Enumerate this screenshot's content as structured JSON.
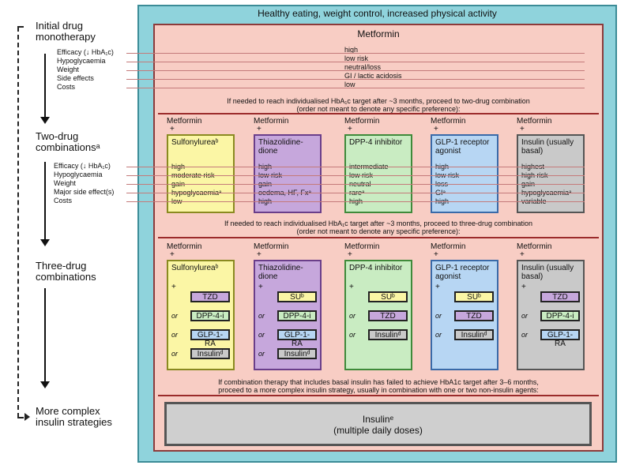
{
  "header": "Healthy eating, weight control, increased physical activity",
  "stages": {
    "initial": [
      "Initial drug",
      "monotherapy"
    ],
    "two": [
      "Two-drug",
      "combinationsᵃ"
    ],
    "three": [
      "Three-drug",
      "combinations"
    ],
    "complex": [
      "More complex",
      "insulin strategies"
    ]
  },
  "row_labels_mono": [
    "Efficacy (↓ HbA₁c)",
    "Hypoglycaemia",
    "Weight",
    "Side effects",
    "Costs"
  ],
  "row_labels_two": [
    "Efficacy (↓ HbA₁c)",
    "Hypoglycaemia",
    "Weight",
    "Major side effect(s)",
    "Costs"
  ],
  "metformin": {
    "title": "Metformin",
    "values": [
      "high",
      "low risk",
      "neutral/loss",
      "GI / lactic acidosis",
      "low"
    ]
  },
  "notes": {
    "to_two": [
      "If needed to reach individualised HbA₁c target after ~3 months, proceed to two-drug combination",
      "(order not meant to denote any specific preference):"
    ],
    "to_three": [
      "If needed to reach individualised HbA₁c target after ~3 months, proceed to three-drug combination",
      "(order not meant to denote any specific preference):"
    ],
    "to_complex": [
      "If combination therapy that includes basal insulin has failed to achieve HbA1c target after 3–6 months,",
      "proceed to a more complex insulin strategy, usually in combination with one or two non-insulin agents:"
    ]
  },
  "metformin_label": "Metformin",
  "plus": "+",
  "or": "or",
  "two_drug": [
    {
      "name": "Sulfonylureaᵇ",
      "values": [
        "high",
        "moderate risk",
        "gain",
        "hypoglycaemiaᵃ",
        "low"
      ]
    },
    {
      "name": "Thiazolidine-dione",
      "values": [
        "high",
        "low risk",
        "gain",
        "oedema, HF, Fxᵃ",
        "high"
      ]
    },
    {
      "name": "DPP-4 inhibitor",
      "values": [
        "intermediate",
        "low risk",
        "neutral",
        "rareᵃ",
        "high"
      ]
    },
    {
      "name": "GLP-1 receptor agonist",
      "values": [
        "high",
        "low risk",
        "loss",
        "GIᵃ",
        "high"
      ]
    },
    {
      "name": "Insulin (usually basal)",
      "values": [
        "highest",
        "high risk",
        "gain",
        "hypoglycaemiaᵃ",
        "variable"
      ]
    }
  ],
  "three_drug": [
    {
      "name": "Sulfonylureaᵇ",
      "options": [
        "TZD",
        "DPP-4-i",
        "GLP-1-RA",
        "Insulinᵈ"
      ]
    },
    {
      "name": "Thiazolidine-dione",
      "options": [
        "SUᵇ",
        "DPP-4-i",
        "GLP-1-RA",
        "Insulinᵈ"
      ]
    },
    {
      "name": "DPP-4 inhibitor",
      "options": [
        "SUᵇ",
        "TZD",
        "Insulinᵈ"
      ]
    },
    {
      "name": "GLP-1 receptor agonist",
      "options": [
        "SUᵇ",
        "TZD",
        "Insulinᵈ"
      ]
    },
    {
      "name": "Insulin (usually basal)",
      "options": [
        "TZD",
        "DPP-4-i",
        "GLP-1-RA"
      ]
    }
  ],
  "final": {
    "line1": "Insulinᵉ",
    "line2": "(multiple daily doses)"
  },
  "colors": {
    "outer": "#8fd3dc",
    "inner": "#f8cdc4",
    "su": "#fbf6a5",
    "tzd": "#c6a7dc",
    "dpp4": "#c9ecc2",
    "glp1": "#b7d6f3",
    "insulin": "#c9c9c9"
  }
}
